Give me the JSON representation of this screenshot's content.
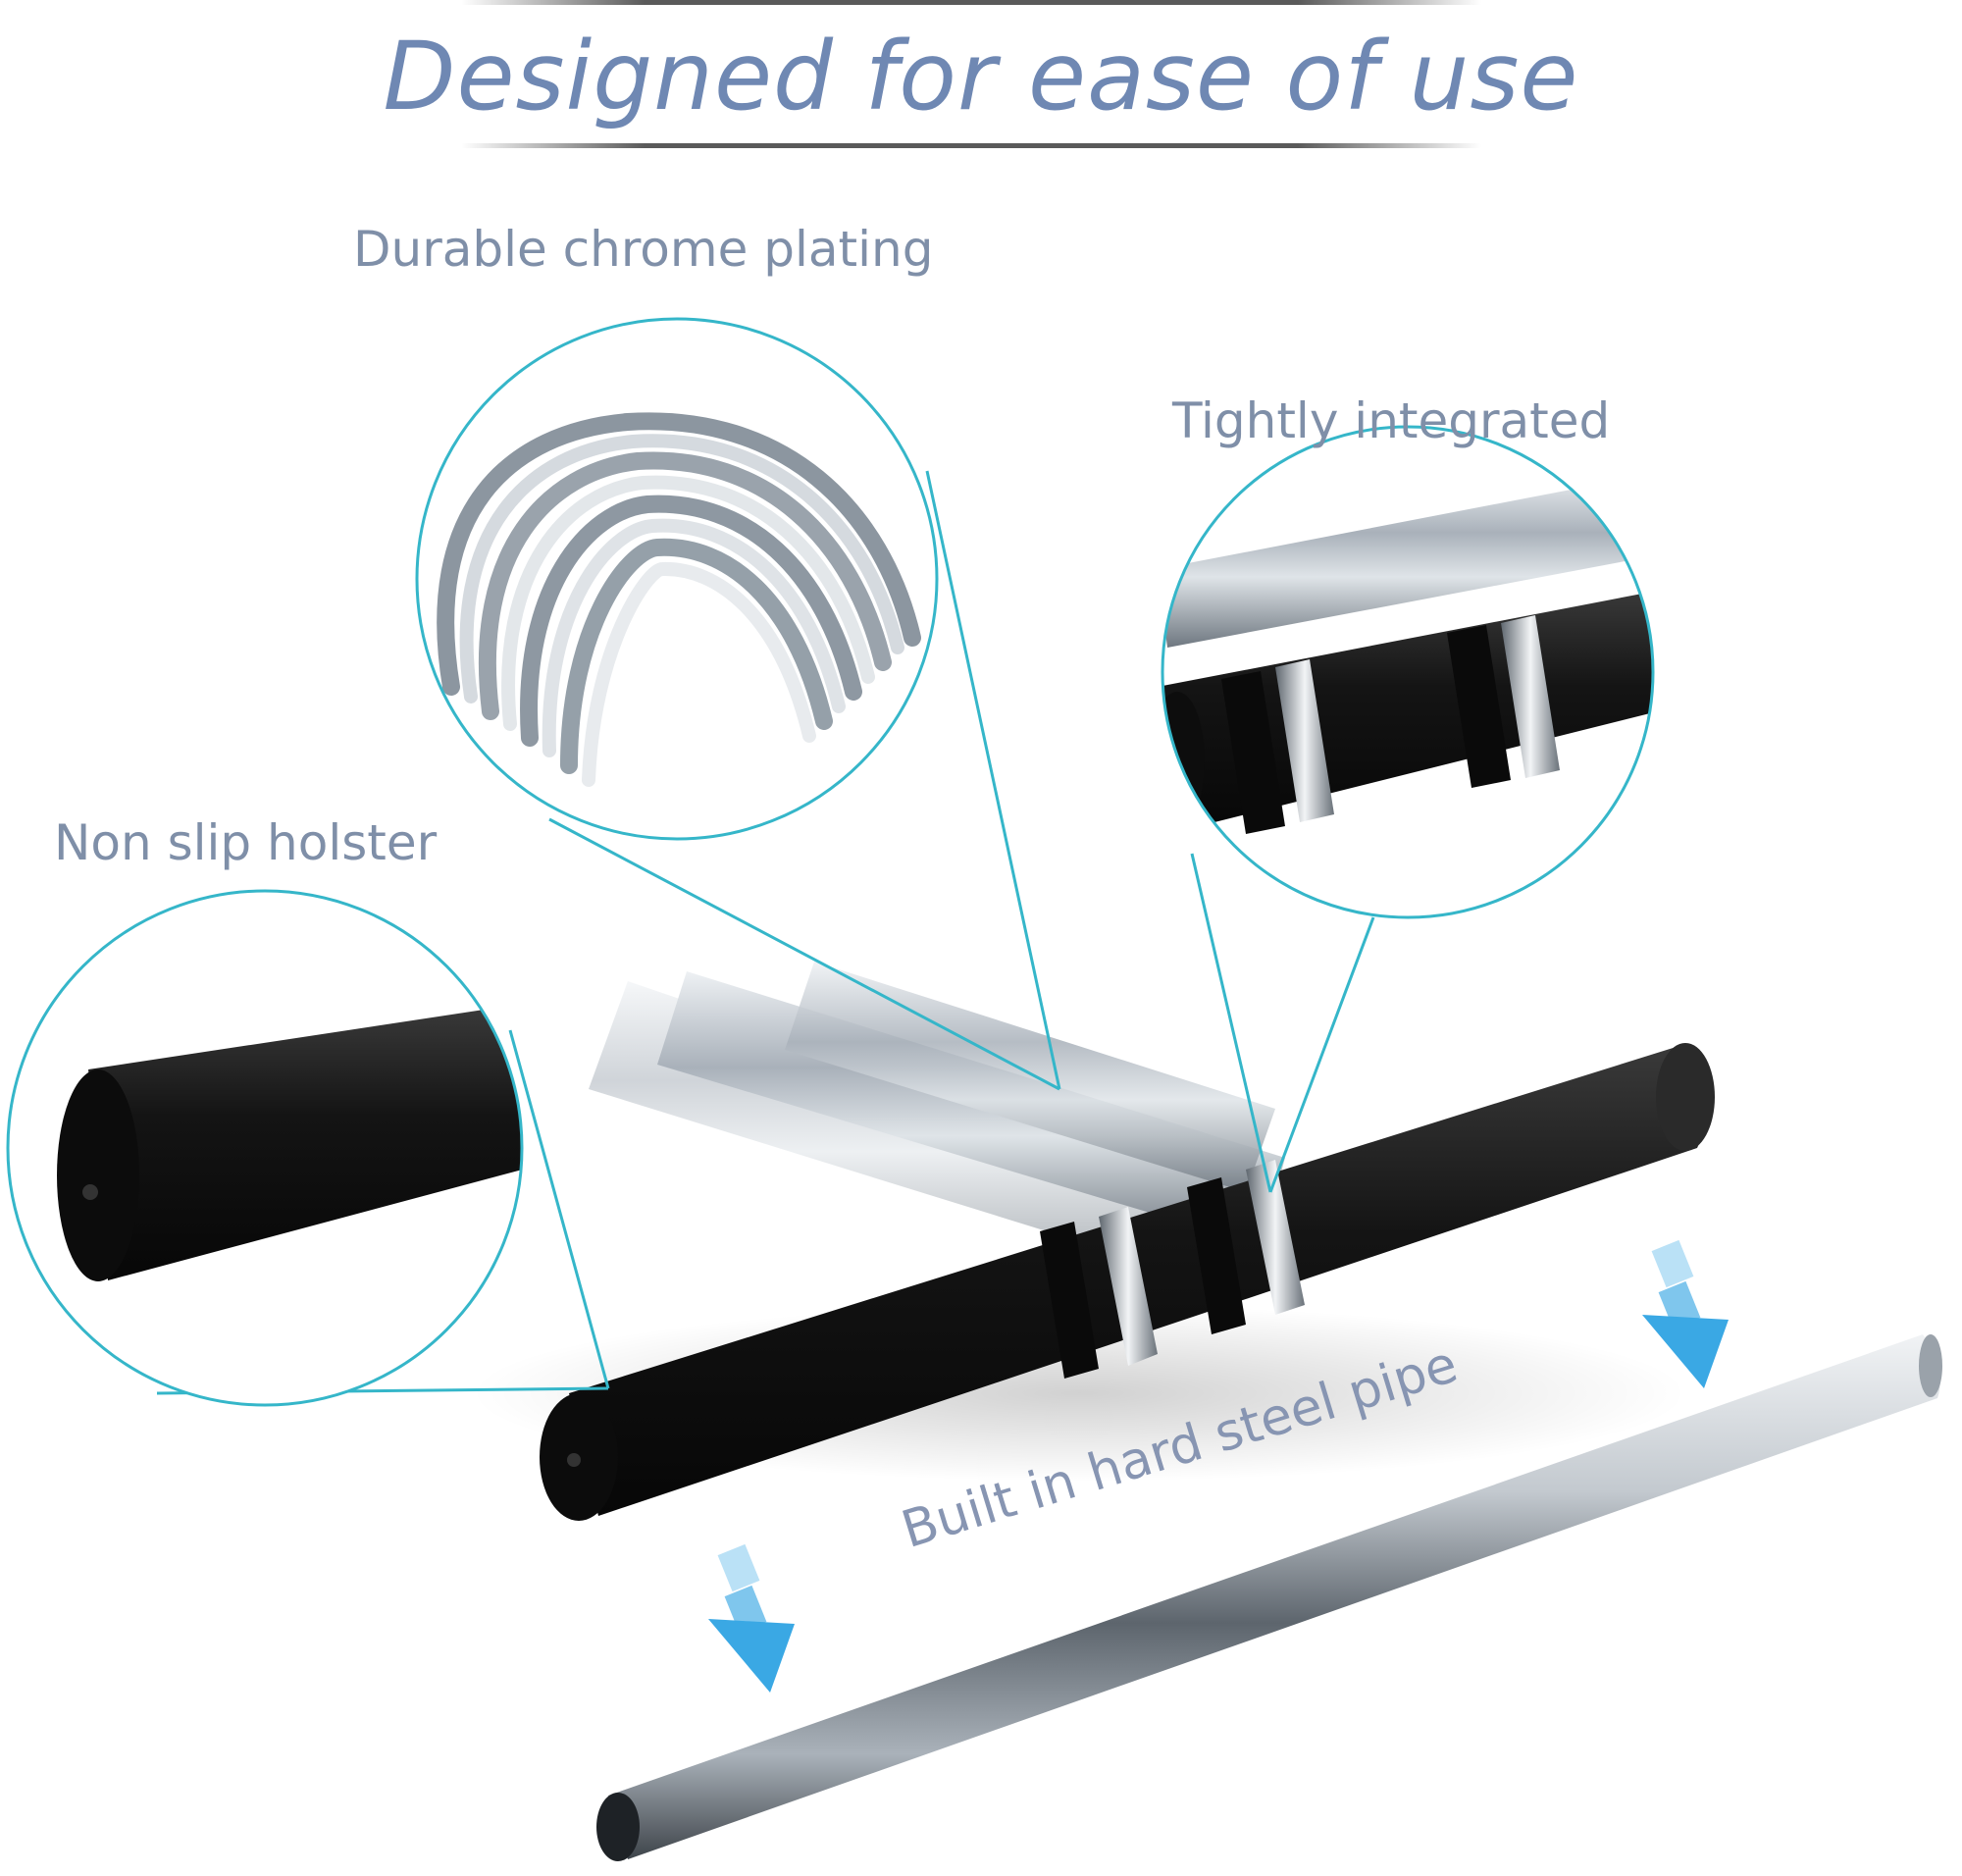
{
  "heading": "Designed for ease of use",
  "callouts": {
    "chrome": "Durable chrome plating",
    "integrated": "Tightly integrated",
    "holster": "Non slip holster",
    "pipe": "Built in hard steel pipe"
  },
  "colors": {
    "accent_cyan": "#35b6c9",
    "heading_blue": "#6f88b3",
    "label_gray": "#7f8fa8",
    "arrow_blue": "#3aa8e4",
    "foam_black": "#161616",
    "chrome_silver": "#b9c0c8"
  },
  "icons": [
    "arrow-down-icon",
    "arrow-down-icon"
  ]
}
